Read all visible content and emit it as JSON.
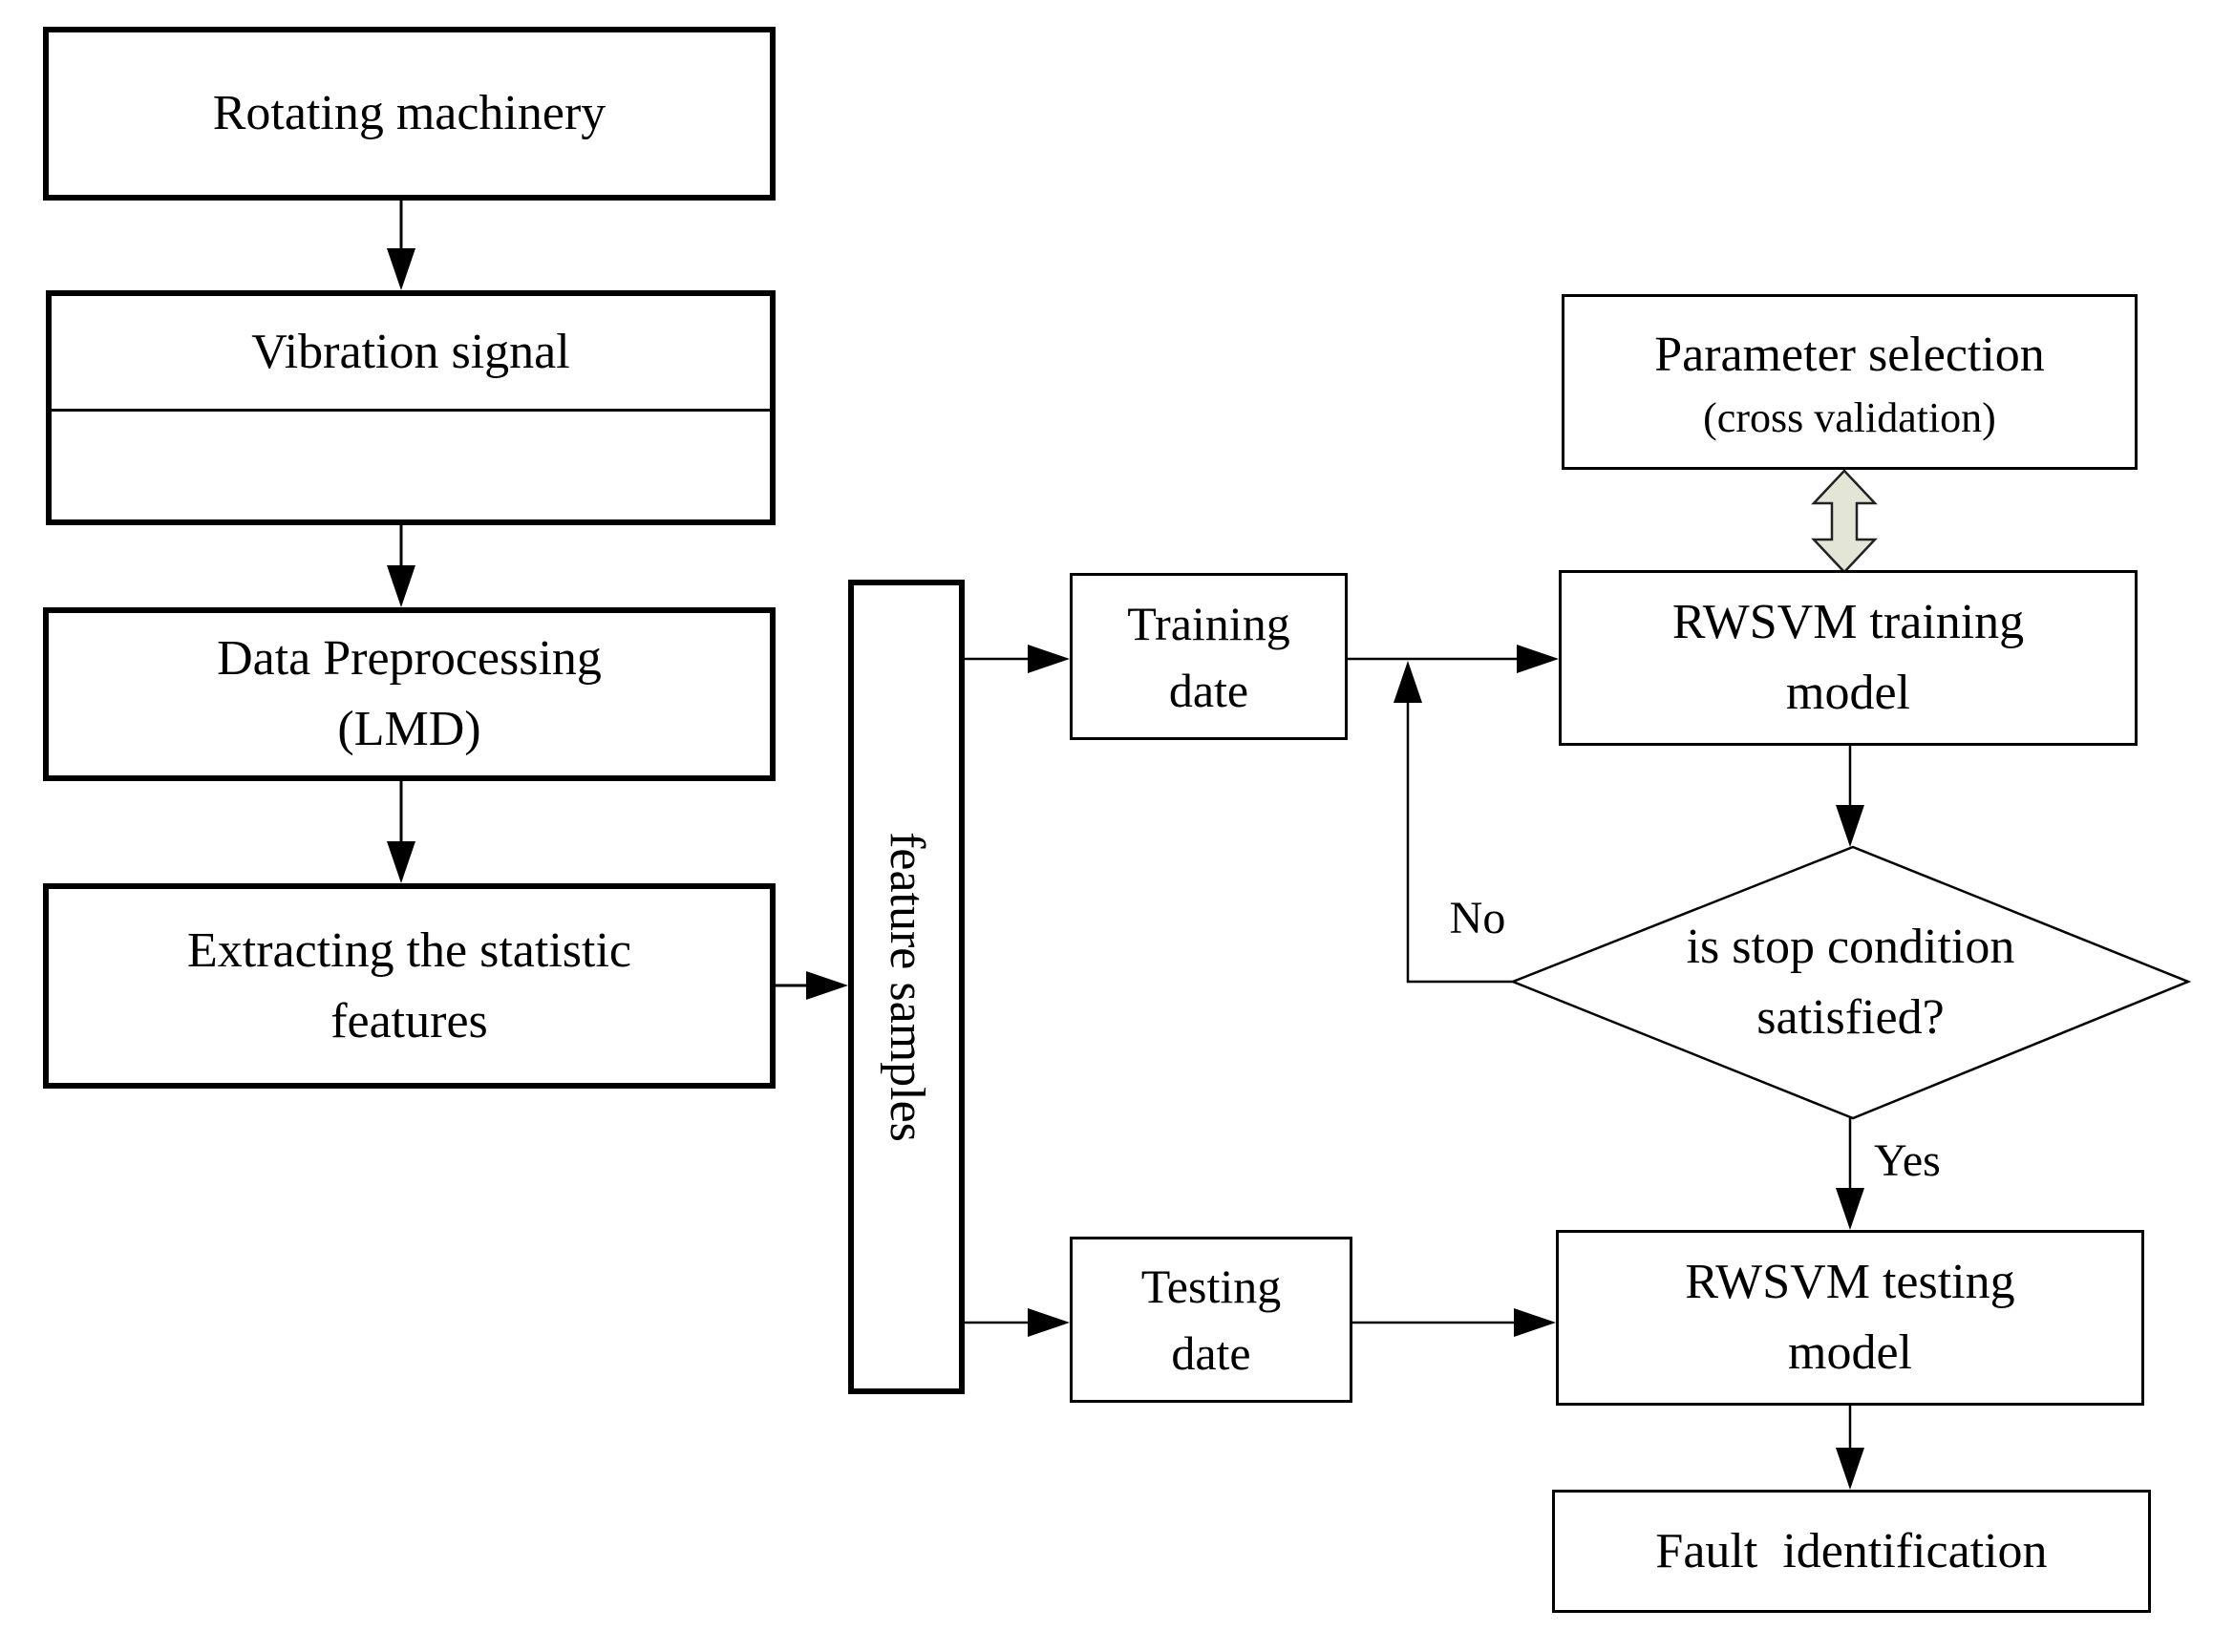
{
  "diagram": {
    "nodes": {
      "rotating_machinery": {
        "label_lines": [
          "Rotating machinery"
        ]
      },
      "vibration_signal": {
        "label_lines": [
          "Vibration signal"
        ]
      },
      "data_preprocessing": {
        "label_lines": [
          "Data Preprocessing",
          "(LMD)"
        ]
      },
      "extracting_features": {
        "label_lines": [
          "Extracting the statistic",
          "features"
        ]
      },
      "feature_samples": {
        "label_lines": [
          "feature samples"
        ]
      },
      "training_data": {
        "label_lines": [
          "Training",
          "date"
        ]
      },
      "testing_data": {
        "label_lines": [
          "Testing",
          "date"
        ]
      },
      "parameter_selection": {
        "line1": "Parameter selection",
        "line2": "(cross validation)"
      },
      "rwsvm_training": {
        "label_lines": [
          "RWSVM training",
          "model"
        ]
      },
      "stop_condition": {
        "label_lines": [
          "is stop condition",
          "satisfied?"
        ]
      },
      "rwsvm_testing": {
        "label_lines": [
          "RWSVM testing",
          "model"
        ]
      },
      "fault_identification": {
        "label_lines": [
          "Fault  identification"
        ]
      }
    },
    "edge_labels": {
      "no": "No",
      "yes": "Yes"
    },
    "colors": {
      "waveform": "#3dbd7d",
      "double_arrow_fill": "#e3e6d7",
      "double_arrow_stroke": "#222222",
      "line": "#000000"
    }
  }
}
